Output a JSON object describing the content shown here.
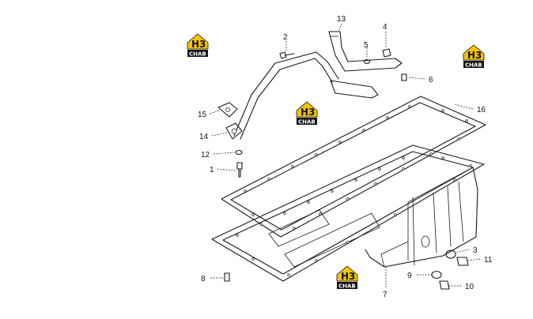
{
  "callouts": [
    {
      "id": "1",
      "label": "1"
    },
    {
      "id": "2",
      "label": "2"
    },
    {
      "id": "3",
      "label": "3"
    },
    {
      "id": "4",
      "label": "4"
    },
    {
      "id": "5",
      "label": "5"
    },
    {
      "id": "6",
      "label": "6"
    },
    {
      "id": "7",
      "label": "7"
    },
    {
      "id": "8",
      "label": "8"
    },
    {
      "id": "9",
      "label": "9"
    },
    {
      "id": "10",
      "label": "10"
    },
    {
      "id": "11",
      "label": "11"
    },
    {
      "id": "12",
      "label": "12"
    },
    {
      "id": "13",
      "label": "13"
    },
    {
      "id": "14",
      "label": "14"
    },
    {
      "id": "15",
      "label": "15"
    },
    {
      "id": "16",
      "label": "16"
    }
  ],
  "watermark": {
    "letters": "H3",
    "word": "CHAB",
    "accent": "#f5c400"
  }
}
